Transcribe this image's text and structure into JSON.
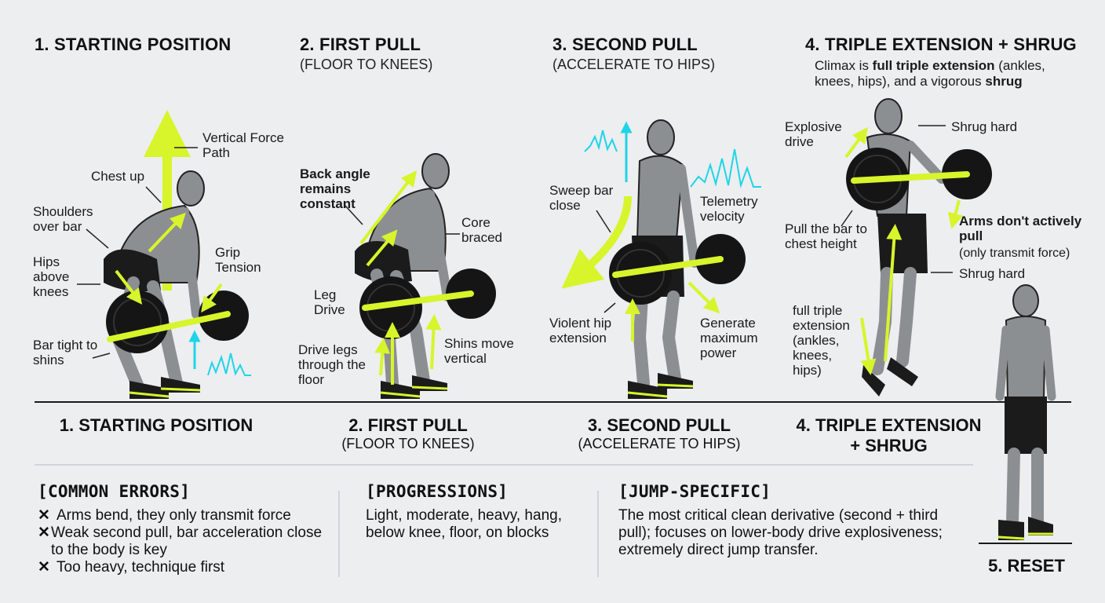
{
  "colors": {
    "accent": "#d7f52a",
    "telemetry": "#1fd4e8",
    "figure": "#8c8f92",
    "shorts": "#1b1b1b",
    "plate": "#151515"
  },
  "phases": [
    {
      "title": "1. STARTING POSITION",
      "subtitle": ""
    },
    {
      "title": "2. FIRST PULL",
      "subtitle": "(FLOOR TO KNEES)"
    },
    {
      "title": "3. SECOND PULL",
      "subtitle": "(ACCELERATE TO HIPS)"
    },
    {
      "title": "4. TRIPLE EXTENSION + SHRUG",
      "subtitle": ""
    }
  ],
  "phase4_note": {
    "pre": "Climax is ",
    "bold1": "full triple extension",
    "mid": " (ankles, knees, hips), and a vigorous ",
    "bold2": "shrug"
  },
  "labels": {
    "p1": {
      "vertical_force": "Vertical Force Path",
      "chest_up": "Chest up",
      "shoulders": "Shoulders over bar",
      "hips": "Hips above knees",
      "grip": "Grip Tension",
      "bar_tight": "Bar tight to shins"
    },
    "p2": {
      "back_angle": "Back angle remains constant",
      "core": "Core braced",
      "leg_drive": "Leg Drive",
      "drive_legs": "Drive legs through the floor",
      "shins": "Shins move vertical"
    },
    "p3": {
      "sweep": "Sweep bar close",
      "telemetry": "Telemetry velocity",
      "hip_ext": "Violent hip extension",
      "power": "Generate maximum power"
    },
    "p4": {
      "explosive": "Explosive drive",
      "shrug1": "Shrug hard",
      "pull_bar": "Pull the bar to chest height",
      "arms_bold": "Arms don't actively pull",
      "arms_sub": "(only transmit force)",
      "shrug2": "Shrug hard",
      "triple": "full triple extension (ankles, knees, hips)"
    }
  },
  "bottom_titles": [
    {
      "title": "1. STARTING POSITION",
      "subtitle": ""
    },
    {
      "title": "2. FIRST PULL",
      "subtitle": "(FLOOR TO KNEES)"
    },
    {
      "title": "3. SECOND PULL",
      "subtitle": "(ACCELERATE TO HIPS)"
    },
    {
      "title": "4. TRIPLE EXTENSION",
      "subtitle": "+ SHRUG"
    }
  ],
  "reset_label": "5. RESET",
  "sections": {
    "errors": {
      "title": "[COMMON ERRORS]",
      "items": [
        "Arms bend, they only transmit force",
        "Weak second pull, bar acceleration close to the body is key",
        "Too heavy, technique first"
      ],
      "marker": "✕"
    },
    "progressions": {
      "title": "[PROGRESSIONS]",
      "body": "Light, moderate, heavy, hang, below knee, floor, on blocks"
    },
    "jump": {
      "title": "[JUMP-SPECIFIC]",
      "body": "The most critical clean derivative (second + third pull); focuses on lower-body drive explosiveness; extremely direct jump transfer."
    }
  }
}
